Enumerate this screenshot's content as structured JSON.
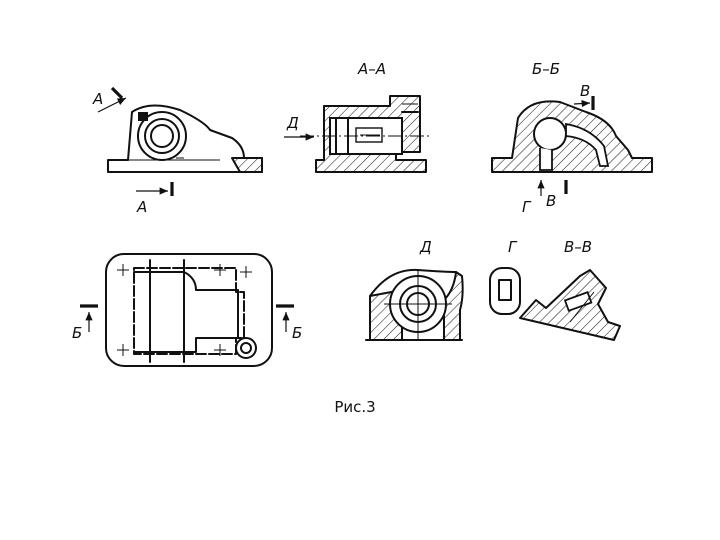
{
  "views": {
    "main": {
      "label_a_top": "А",
      "label_a_bottom": "А"
    },
    "section_aa": {
      "title": "А–А",
      "arrow_label": "Д"
    },
    "section_bb": {
      "title": "Б–Б",
      "label_v_top": "В",
      "label_v_bottom": "В",
      "label_g": "Г"
    },
    "plan": {
      "label_b_left": "Б",
      "label_b_right": "Б"
    },
    "view_d": {
      "title": "Д"
    },
    "view_g": {
      "title": "Г"
    },
    "section_vv": {
      "title": "В–В"
    }
  },
  "caption": "Рис.3"
}
